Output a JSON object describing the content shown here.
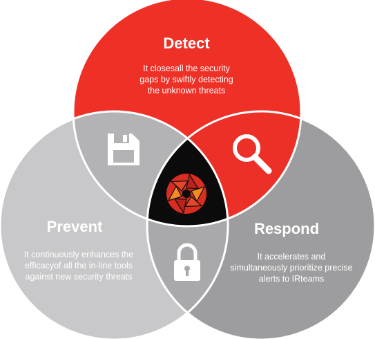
{
  "colors": {
    "detect": "#ee3026",
    "prevent": "#c8c8ca",
    "respond": "#9d9d9f",
    "detect_prevent": "#b3b3b5",
    "detect_respond": "#ec2f27",
    "prevent_respond": "#a9a9ab",
    "center": "#0b0b0b",
    "border": "#ffffff"
  },
  "detect": {
    "title": "Detect",
    "lines": [
      "It closesall the security",
      "gaps by swiftly detecting",
      "the unknown threats"
    ]
  },
  "prevent": {
    "title": "Prevent",
    "lines": [
      "It continuously enhances the",
      "efficacyof all the in-line tools",
      "against new security threats"
    ]
  },
  "respond": {
    "title": "Respond",
    "lines": [
      "It accelerates and",
      "simultaneously prioritize precise",
      "alerts to IRteams"
    ]
  },
  "icons": {
    "detect_prevent": "floppy-disk-icon",
    "detect_respond": "magnifier-icon",
    "prevent_respond": "padlock-icon",
    "center": "shutter-logo-icon"
  }
}
